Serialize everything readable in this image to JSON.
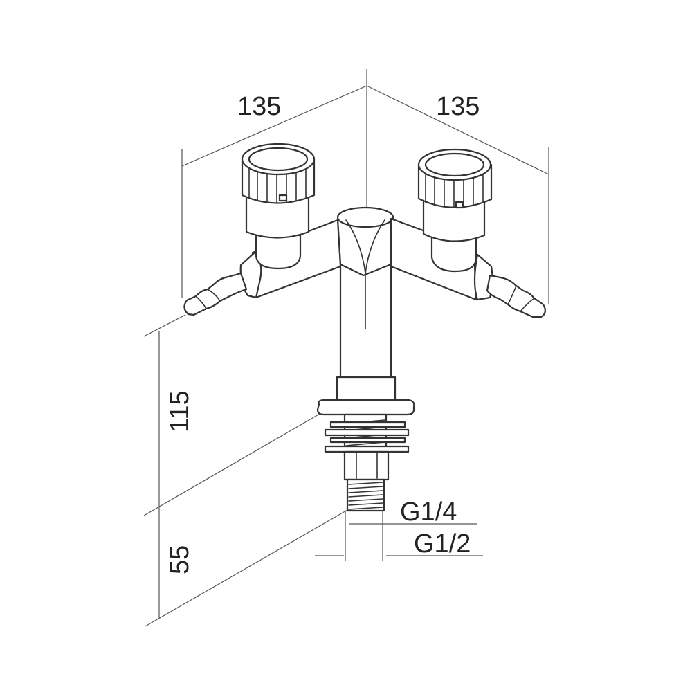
{
  "dimensions": {
    "left_width": "135",
    "right_width": "135",
    "body_height": "115",
    "thread_length": "55",
    "inlet_thread_inner": "G1/4",
    "inlet_thread_outer": "G1/2"
  },
  "colors": {
    "line": "#333333",
    "dimension_line": "#555555",
    "text": "#222222",
    "background": "#ffffff"
  }
}
